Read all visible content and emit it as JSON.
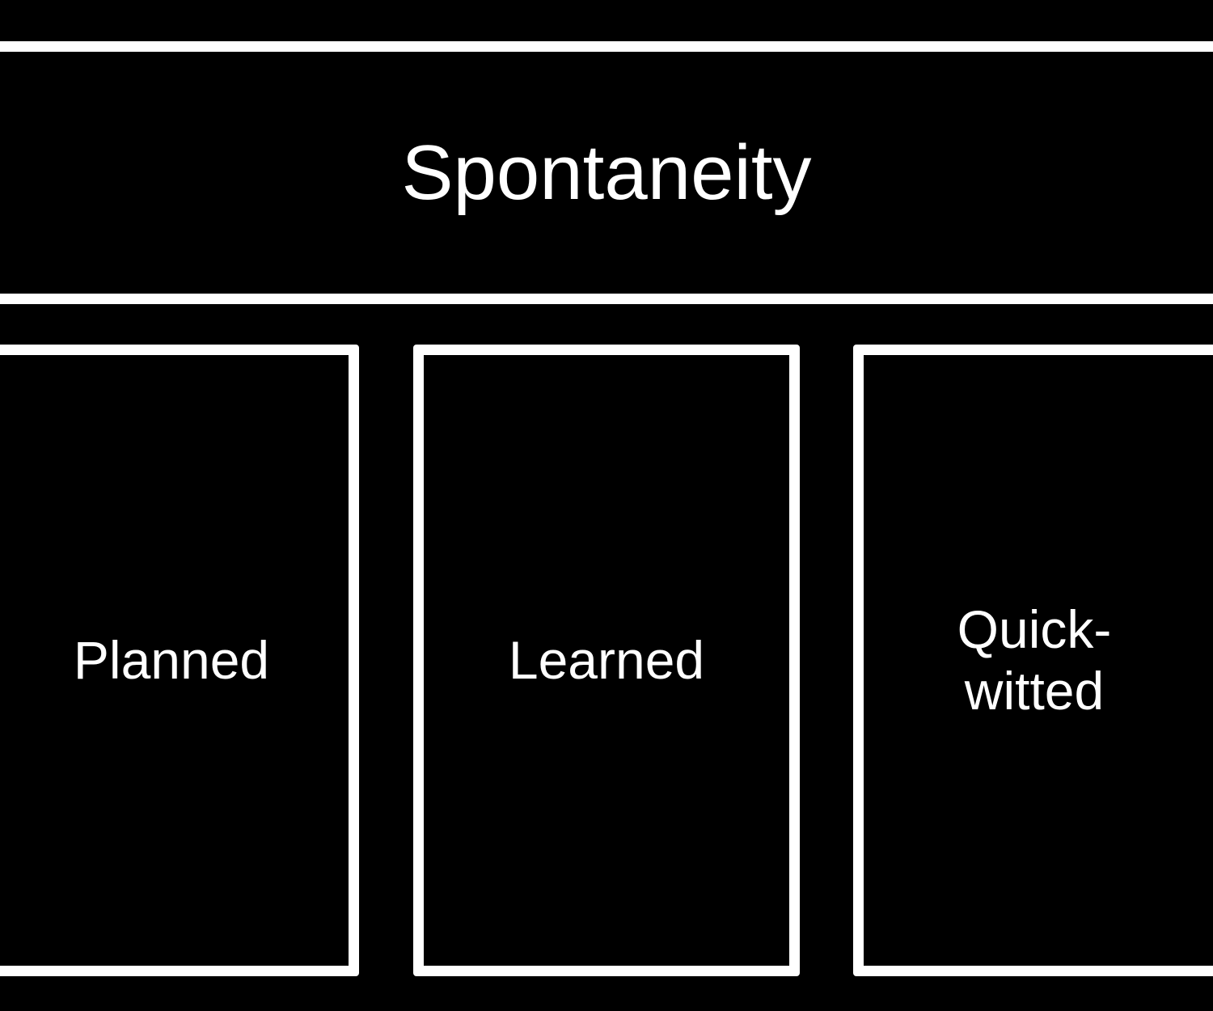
{
  "diagram": {
    "title": "Spontaneity",
    "boxes": [
      {
        "label": "Planned"
      },
      {
        "label": "Learned"
      },
      {
        "label": "Quick-witted"
      }
    ]
  }
}
